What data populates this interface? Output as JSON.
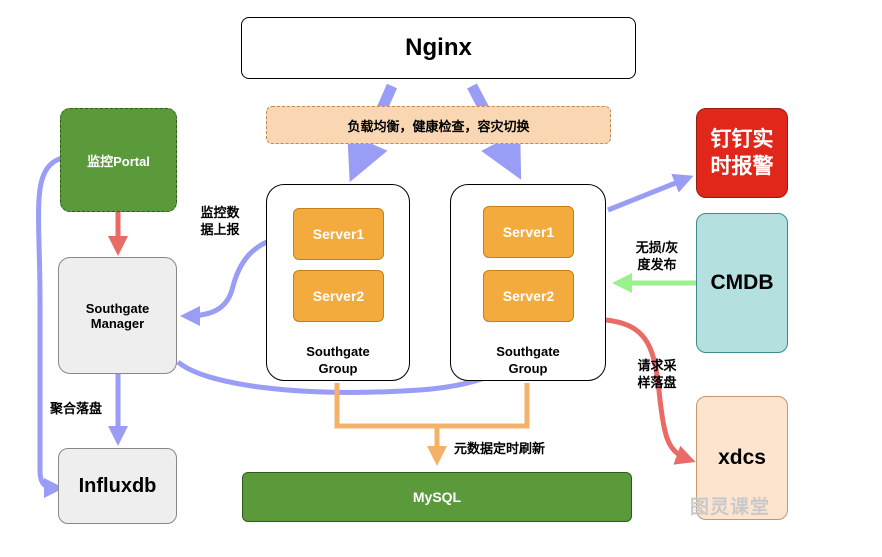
{
  "nodes": {
    "nginx": "Nginx",
    "lb_note": "负载均衡，健康检查，容灾切换",
    "portal": "监控Portal",
    "manager": "Southgate\nManager",
    "influx": "Influxdb",
    "group1": {
      "server1": "Server1",
      "server2": "Server2",
      "label": "Southgate\nGroup"
    },
    "group2": {
      "server1": "Server1",
      "server2": "Server2",
      "label": "Southgate\nGroup"
    },
    "alert": "钉钉实\n时报警",
    "cmdb": "CMDB",
    "xdcs": "xdcs",
    "mysql": "MySQL"
  },
  "edge_labels": {
    "report": "监控数\n据上报",
    "aggregate": "聚合落盘",
    "release": "无损/灰\n度发布",
    "sampling": "请求采\n样落盘",
    "meta_refresh": "元数据定时刷新"
  },
  "watermark": "图灵课堂",
  "colors": {
    "blue_arrow": "#9a9df5",
    "red_arrow": "#ea6b66",
    "green_arrow": "#99f28c",
    "orange_line": "#f4b168",
    "server_fill": "#f2ab3c",
    "portal_fill": "#5b9a3a",
    "mysql_fill": "#5b9a3a",
    "alert_fill": "#e1271a",
    "cmdb_fill": "#b4e0df",
    "xdcs_fill": "#fde4cf",
    "manager_fill": "#eeeeee",
    "note_fill": "#fad7b3"
  }
}
